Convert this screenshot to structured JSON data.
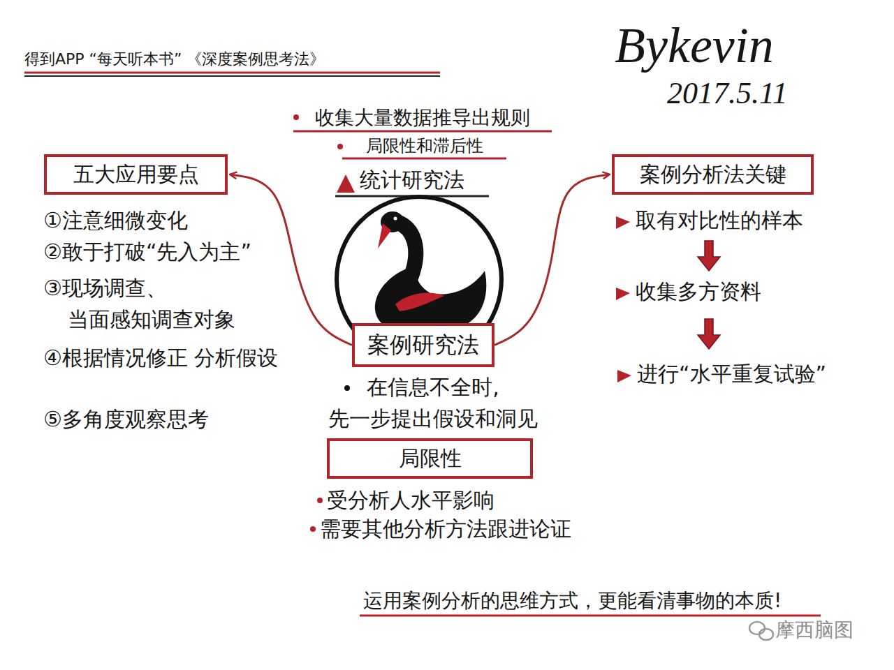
{
  "diagram": {
    "title": "得到APP “每天听本书” 《深度案例思考法》",
    "caption": "运用案例分析的思维方式，更能看清事物的本质!",
    "nodes": [
      {
        "text": [
          "五大应用要点"
        ]
      },
      {
        "text": [
          "案例分析法关键"
        ]
      },
      {
        "text": [
          "案例研究法"
        ]
      },
      {
        "text": [
          "局限性"
        ]
      }
    ],
    "edges": [
      {
        "from": 2,
        "to": 0,
        "arrow": "to"
      },
      {
        "from": 2,
        "to": 1,
        "arrow": "to"
      }
    ],
    "labels": [
      "Bykevin",
      "2017.5.11",
      "收集大量数据推导出规则",
      "局限性和滞后性",
      "统计研究法",
      "①注意细微变化",
      "②敢于打破“先入为主”",
      "③现场调查、 当面感知调查对象",
      "④根据情况修正 分析假设",
      "⑤多角度观察思考",
      "取有对比性的样本",
      "收集多方资料",
      "进行“水平重复试验”",
      "在信息不全时, 先一步提出假设和洞见",
      "受分析人水平影响",
      "需要其他分析方法跟进论证",
      "摩西脑图"
    ]
  }
}
